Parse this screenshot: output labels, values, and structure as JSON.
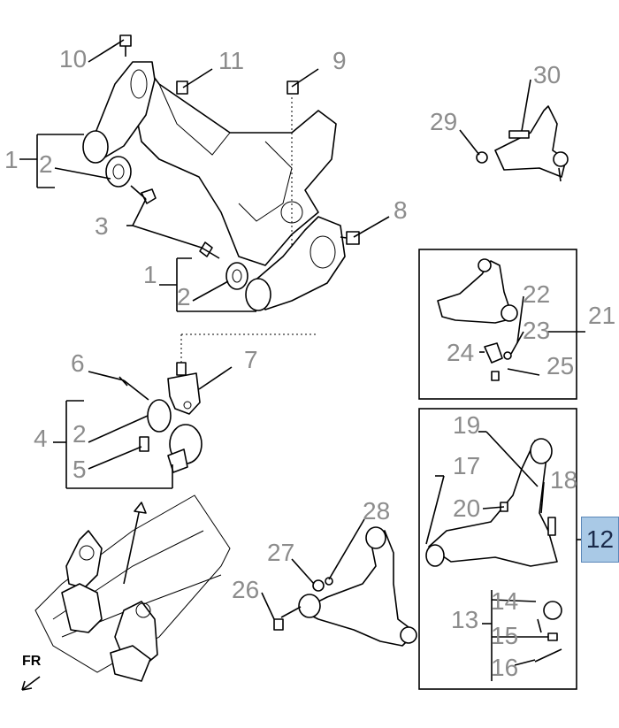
{
  "callouts": {
    "c1a": "1",
    "c2a": "2",
    "c3": "3",
    "c8": "8",
    "c9": "9",
    "c10": "10",
    "c11": "11",
    "c1b": "1",
    "c2b": "2",
    "c6": "6",
    "c7": "7",
    "c4": "4",
    "c2c": "2",
    "c5": "5",
    "c29": "29",
    "c30": "30",
    "c21": "21",
    "c22": "22",
    "c23": "23",
    "c24": "24",
    "c25": "25",
    "c19": "19",
    "c17": "17",
    "c18": "18",
    "c20": "20",
    "c13": "13",
    "c14": "14",
    "c15": "15",
    "c16": "16",
    "c26": "26",
    "c27": "27",
    "c28": "28"
  },
  "front_marker": "FR",
  "section_badge": "12"
}
